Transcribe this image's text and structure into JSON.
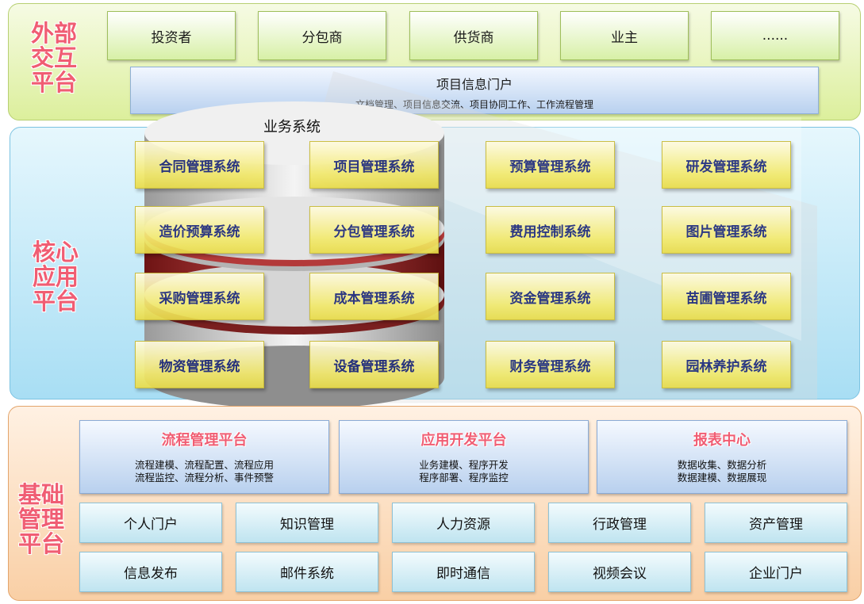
{
  "external": {
    "title": [
      "外部",
      "交互",
      "平台"
    ],
    "parties": [
      "投资者",
      "分包商",
      "供货商",
      "业主",
      "......"
    ],
    "portal": {
      "title": "项目信息门户",
      "subtitle": "文档管理、项目信息交流、项目协同工作、工作流程管理"
    }
  },
  "core": {
    "title": [
      "核心",
      "应用",
      "平台"
    ],
    "group_label": "业务系统",
    "systems": [
      [
        "合同管理系统",
        "项目管理系统",
        "预算管理系统",
        "研发管理系统"
      ],
      [
        "造价预算系统",
        "分包管理系统",
        "费用控制系统",
        "图片管理系统"
      ],
      [
        "采购管理系统",
        "成本管理系统",
        "资金管理系统",
        "苗圃管理系统"
      ],
      [
        "物资管理系统",
        "设备管理系统",
        "财务管理系统",
        "园林养护系统"
      ]
    ]
  },
  "base": {
    "title": [
      "基础",
      "管理",
      "平台"
    ],
    "platforms": [
      {
        "title": "流程管理平台",
        "lines": [
          "流程建模、流程配置、流程应用",
          "流程监控、流程分析、事件预警"
        ]
      },
      {
        "title": "应用开发平台",
        "lines": [
          "业务建模、程序开发",
          "程序部署、程序监控"
        ]
      },
      {
        "title": "报表中心",
        "lines": [
          "数据收集、数据分析",
          "数据建模、数据展现"
        ]
      }
    ],
    "services": [
      [
        "个人门户",
        "知识管理",
        "人力资源",
        "行政管理",
        "资产管理"
      ],
      [
        "信息发布",
        "邮件系统",
        "即时通信",
        "视频会议",
        "企业门户"
      ]
    ]
  }
}
